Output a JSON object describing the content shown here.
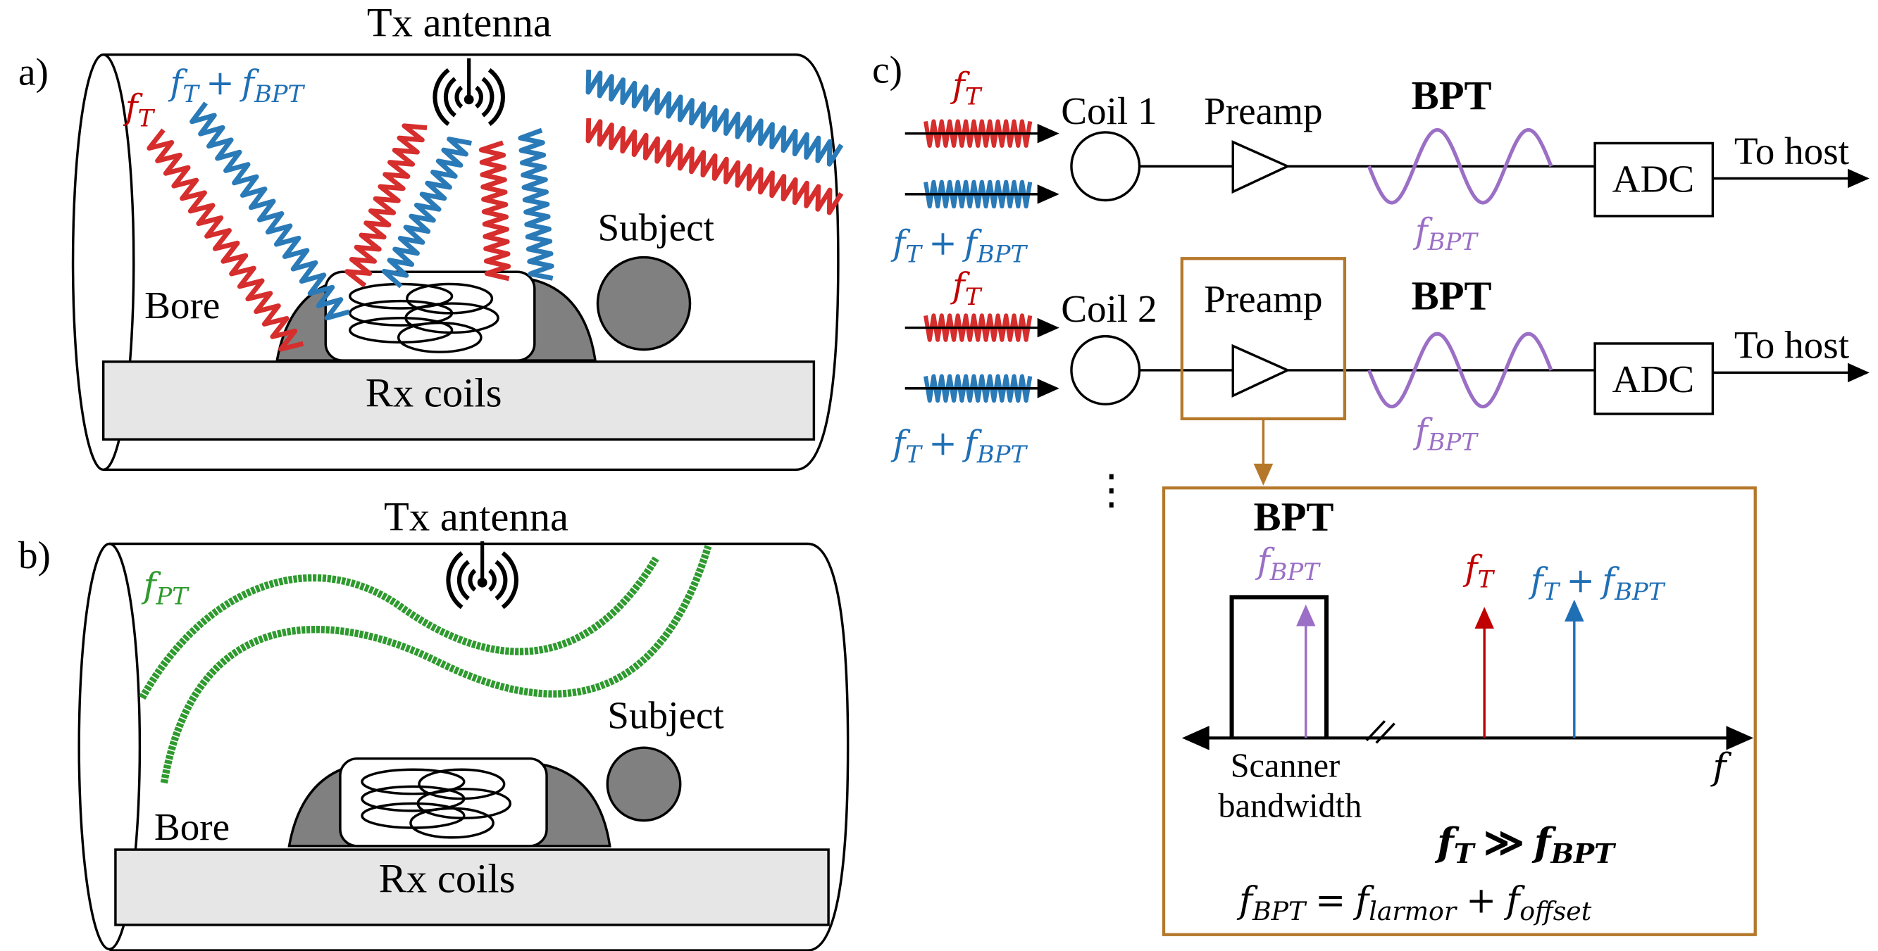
{
  "colors": {
    "red": "#d62d2d",
    "dark_red": "#c00000",
    "blue": "#2a7ab8",
    "purple": "#9b6fc5",
    "green": "#2e9a2e",
    "orange": "#b5782a",
    "gray": "#808080",
    "light_gray": "#e6e6e6"
  },
  "math": {
    "f": "f",
    "T": "T",
    "BPT": "BPT",
    "PT": "PT",
    "plus": "+",
    "gg": "≫",
    "eq": "=",
    "larmor": "larmor",
    "offset": "offset"
  },
  "panel_a": {
    "label": "a)",
    "title": "Tx antenna",
    "bore": "Bore",
    "subject": "Subject",
    "rx": "Rx coils"
  },
  "panel_b": {
    "label": "b)",
    "title": "Tx antenna",
    "bore": "Bore",
    "subject": "Subject",
    "rx": "Rx coils"
  },
  "panel_c": {
    "label": "c)",
    "coil1": "Coil 1",
    "coil2": "Coil 2",
    "preamp": "Preamp",
    "bpt": "BPT",
    "adc": "ADC",
    "to_host": "To host",
    "dots": "⋮",
    "scanner": "Scanner",
    "bandwidth": "bandwidth"
  },
  "icons": [
    "antenna-icon",
    "amplifier-icon",
    "coil-icon"
  ]
}
